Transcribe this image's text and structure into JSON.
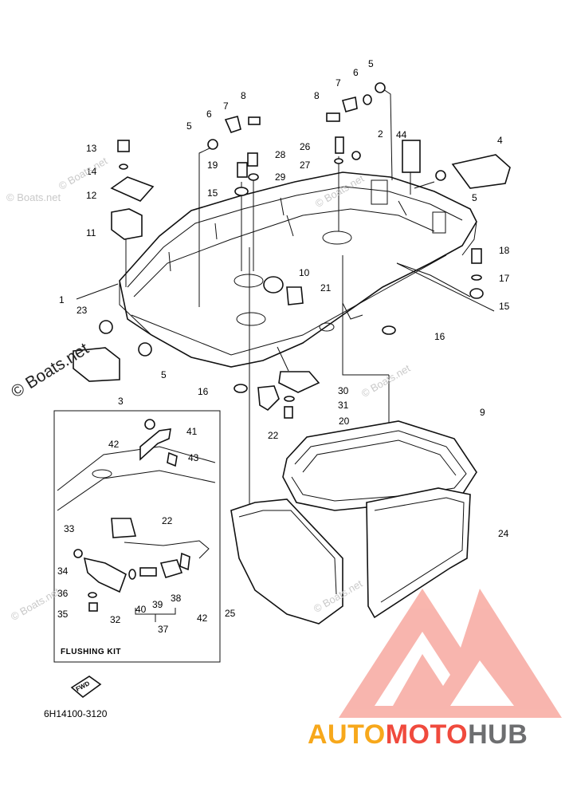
{
  "watermarks": {
    "main": "© Boats.net",
    "small": "© Boats.net"
  },
  "diagram": {
    "part_number": "6H14100-3120",
    "flushing_kit_label": "FLUSHING  KIT",
    "fwd_label": "FWD",
    "callouts": [
      "1",
      "2",
      "3",
      "4",
      "5",
      "5",
      "5",
      "5",
      "6",
      "6",
      "7",
      "7",
      "8",
      "8",
      "9",
      "10",
      "11",
      "12",
      "13",
      "14",
      "15",
      "15",
      "16",
      "16",
      "17",
      "18",
      "19",
      "20",
      "21",
      "22",
      "22",
      "23",
      "24",
      "25",
      "26",
      "27",
      "28",
      "29",
      "30",
      "31",
      "32",
      "33",
      "34",
      "35",
      "36",
      "37",
      "38",
      "39",
      "40",
      "41",
      "42",
      "42",
      "43",
      "44"
    ]
  },
  "brand": {
    "part1": "AUTO",
    "part2": "MOTO",
    "part3": "HUB",
    "colors": {
      "orange": "#f7a81b",
      "red": "#f04a3d",
      "gray": "#6d6e70"
    }
  }
}
